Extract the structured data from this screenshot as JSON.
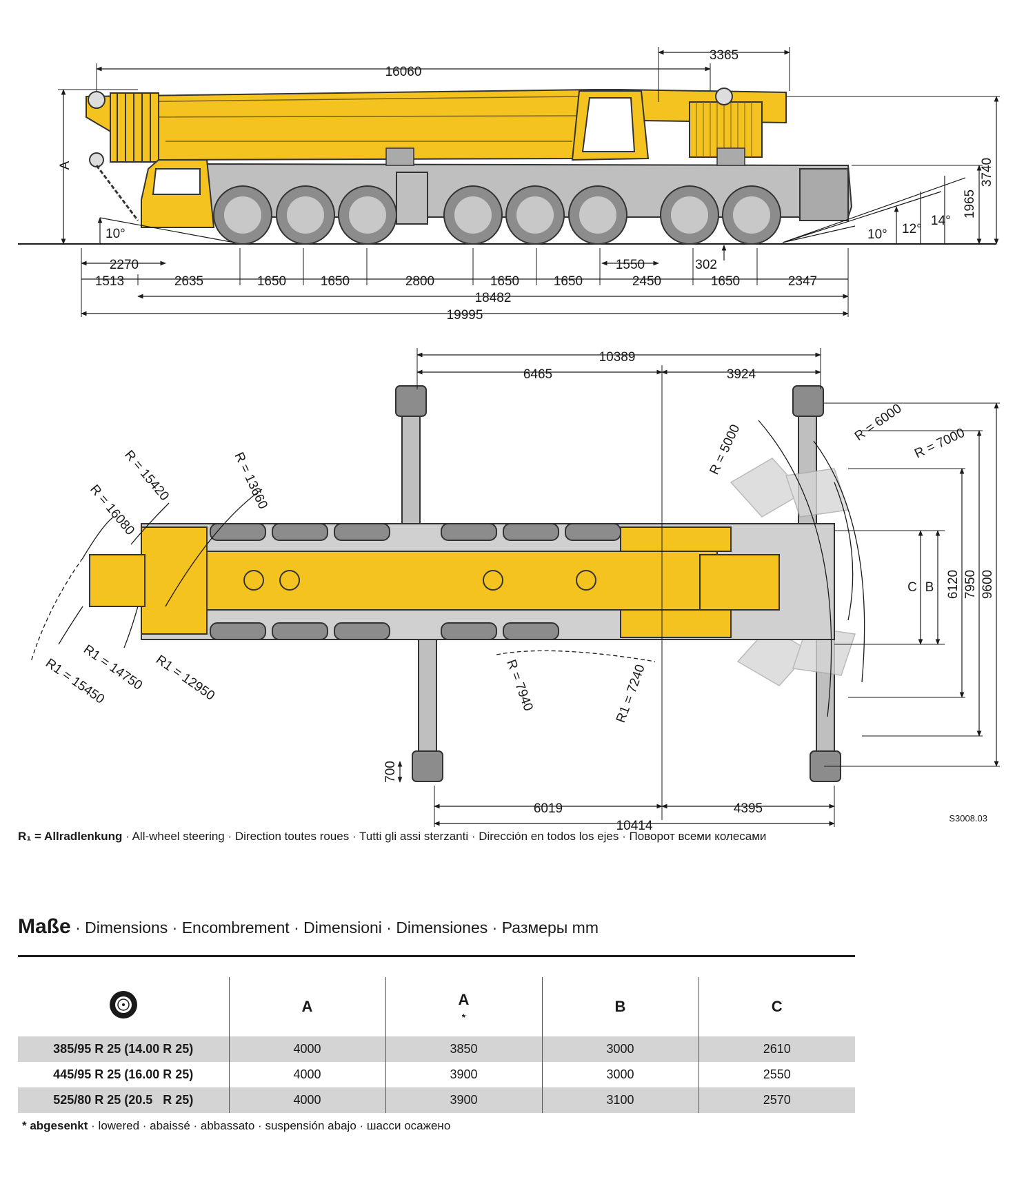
{
  "drawing": {
    "side_view": {
      "overall_dims": [
        "16060",
        "3365",
        "3740",
        "1965"
      ],
      "height_label": "A",
      "angles": [
        "10°",
        "10°",
        "12°",
        "14°"
      ],
      "ground_clearance": "302",
      "spacings_row1": [
        "2270",
        "1550"
      ],
      "spacings_row2": [
        "1513",
        "2635",
        "1650",
        "1650",
        "2800",
        "1650",
        "1650",
        "2450",
        "1650",
        "2347"
      ],
      "length_row3": "18482",
      "length_row4": "19995"
    },
    "top_view": {
      "top_dims": [
        "10389",
        "6465",
        "3924"
      ],
      "bottom_dims": [
        "6019",
        "4395",
        "10414"
      ],
      "outrigger_pad": "700",
      "widths": [
        "C",
        "B",
        "6120",
        "7950",
        "9600"
      ],
      "radii_left": [
        "R = 16080",
        "R = 15420",
        "R = 13660"
      ],
      "radii_left_lower": [
        "R1 = 14750",
        "R1 = 15450",
        "R1 = 12950"
      ],
      "radii_right": [
        "R = 5000",
        "R = 6000",
        "R = 7000"
      ],
      "radii_bottom": [
        "R = 7940",
        "R1 = 7240"
      ]
    },
    "reference": "S3008.03"
  },
  "note": {
    "bold": "R₁ = Allradlenkung",
    "rest": " · All-wheel steering · Direction toutes roues · Tutti gli assi sterzanti · Dirección en todos los ejes · Поворот всеми колесами"
  },
  "section": {
    "title_bold": "Maße",
    "title_rest": " · Dimensions · Encombrement · Dimensioni · Dimensiones · Размеры  mm"
  },
  "table": {
    "tire_icon": "tire-icon",
    "headers": [
      "A",
      "A",
      "B",
      "C"
    ],
    "header_star": "*",
    "rows": [
      {
        "tire": "385/95 R 25 (14.00 R 25)",
        "a": "4000",
        "a_low": "3850",
        "b": "3000",
        "c": "2610"
      },
      {
        "tire": "445/95 R 25 (16.00 R 25)",
        "a": "4000",
        "a_low": "3900",
        "b": "3000",
        "c": "2550"
      },
      {
        "tire": "525/80 R 25 (20.5   R 25)",
        "a": "4000",
        "a_low": "3900",
        "b": "3100",
        "c": "2570"
      }
    ]
  },
  "footnote": {
    "bold": "* abgesenkt",
    "rest": " · lowered · abaissé · abbassato · suspensión abajo · шасси осажено"
  },
  "colors": {
    "crane_yellow": "#f4c31f",
    "chassis_gray": "#bfbfbf",
    "tire_gray": "#8c8c8c",
    "row_gray": "#d4d4d4"
  }
}
